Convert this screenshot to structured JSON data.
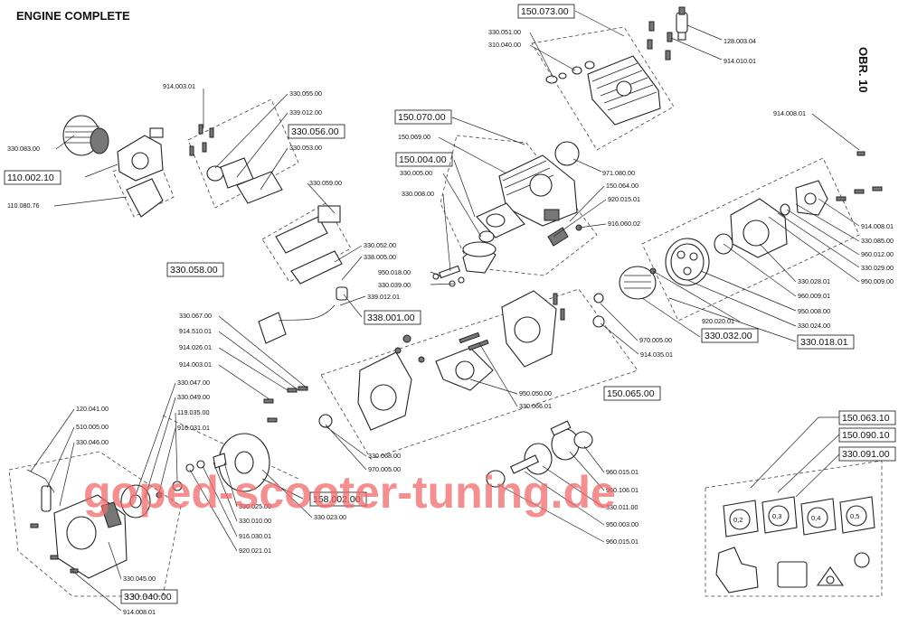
{
  "title": "ENGINE COMPLETE",
  "figure_label": "OBR. 10",
  "watermark": "goped-scooter-tuning.de",
  "boxed_labels": {
    "b150073": "150.073.00",
    "b150070": "150.070.00",
    "b150004": "150.004.00",
    "b330056": "330.056.00",
    "b110002": "110.002.10",
    "b330058": "330.058.00",
    "b338001": "338.001.00",
    "b330032": "330.032.00",
    "b330018": "330.018.01",
    "b150065": "150.065.00",
    "b150063": "150.063.10",
    "b150090": "150.090.10",
    "b330091": "330.091.00",
    "b158002": "158.002.00",
    "b330040": "330.040.00"
  },
  "labels": {
    "l128003": "128.003.04",
    "l914010": "914.010.01",
    "l330051": "330.051.00",
    "l310040": "310.040.00",
    "l914003a": "914.003.01",
    "l330055": "330.055.00",
    "l339012": "339.012.00",
    "l330053": "330.053.00",
    "l330083": "330.083.00",
    "l110080": "110.080.76",
    "l150069": "150.069.00",
    "l330005": "330.005.00",
    "l330008": "330.008.00",
    "l971080": "971.080.00",
    "l150064": "150.064.00",
    "l920015": "920.015.01",
    "l916060": "916.060.02",
    "l914008a": "914.008.01",
    "l914008b": "914.008.01",
    "l330085": "330.085.00",
    "l960012": "960.012.00",
    "l330029": "330.029.00",
    "l950009": "950.009.00",
    "l330028": "330.028.01",
    "l960009": "960.009.01",
    "l950008": "950.008.00",
    "l330024": "330.024.00",
    "l920020": "920.020.01",
    "l970005a": "970.005.00",
    "l914035": "914.035.01",
    "l330059": "330.059.00",
    "l330052": "330.052.00",
    "l338005": "338.005.00",
    "l950018": "950.018.00",
    "l330039": "330.039.00",
    "l339012b": "339.012.01",
    "l330067": "330.067.00",
    "l914510": "914.510.01",
    "l914026": "914.026.01",
    "l914003b": "914.003.01",
    "l330047": "330.047.00",
    "l330049": "330.049.00",
    "l119035": "119.035.00",
    "l916031": "916.031.01",
    "l120041": "120.041.00",
    "l510005": "510.005.00",
    "l330046": "330.046.00",
    "l950050": "950.050.00",
    "l330066": "330.066.01",
    "l330068": "330.068.00",
    "l970005b": "970.005.00",
    "l960015a": "960.015.01",
    "l960106": "960.106.01",
    "l330011": "330.011.00",
    "l950003": "950.003.00",
    "l960015b": "960.015.01",
    "l330025": "330.025.00",
    "l330010": "330.010.00",
    "l330023": "330.023.00",
    "l916030": "916.030.01",
    "l920021": "920.021.01",
    "l330045": "330.045.00",
    "l914008c": "914.008.01"
  },
  "shims": [
    "0,2",
    "0,3",
    "0,4",
    "0,5"
  ]
}
